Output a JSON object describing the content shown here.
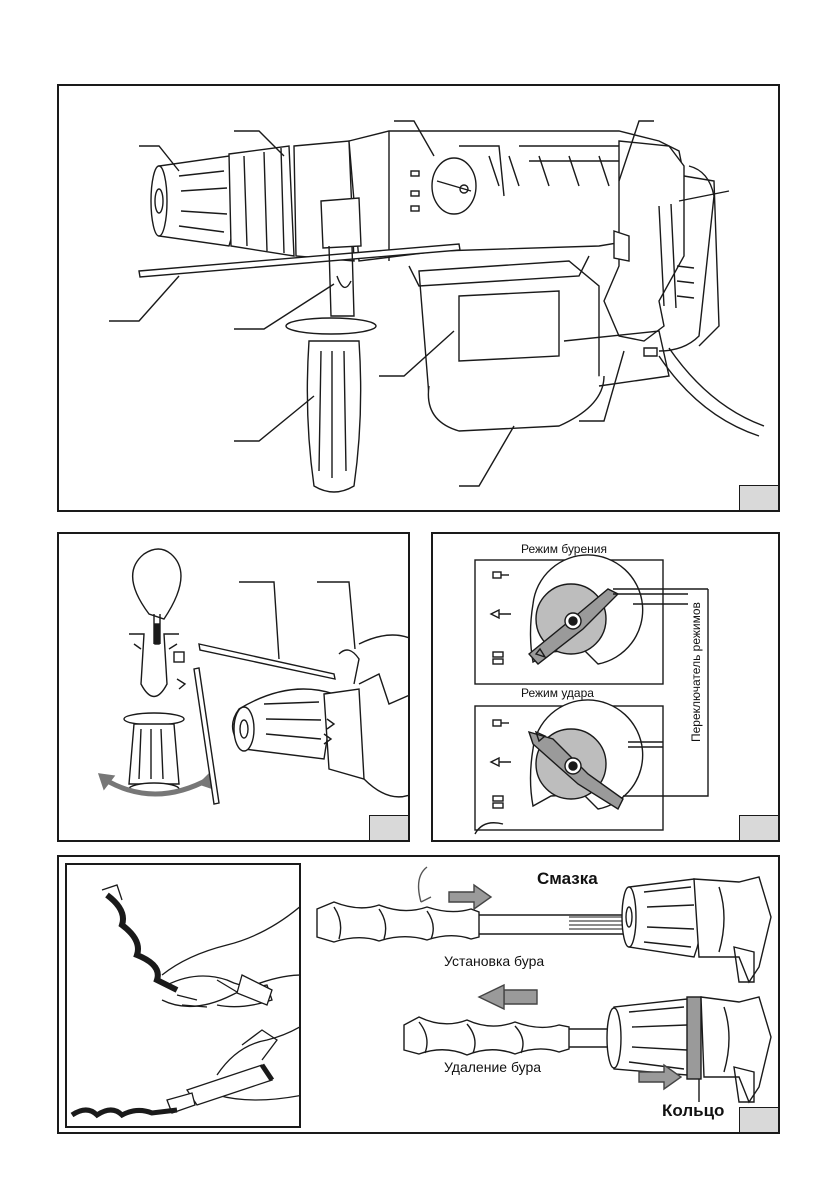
{
  "figures": {
    "fig1": {
      "tag": ""
    },
    "fig2": {
      "tag": ""
    },
    "fig3": {
      "tag": "",
      "drill_mode_title": "Режим бурения",
      "hammer_mode_title": "Режим удара",
      "selector_label": "Переключатель режимов"
    },
    "fig4": {
      "tag": "",
      "grease_label": "Смазка",
      "install_caption": "Установка бура",
      "remove_caption": "Удаление бура",
      "ring_label": "Кольцо"
    }
  },
  "colors": {
    "line": "#1a1a1a",
    "tag_fill": "#d9d9d9",
    "dial_fill": "#bdbdbd",
    "arrow_fill": "#9a9a9a"
  },
  "icons": [
    "rotary-hammer-drawing",
    "side-handle-drawing",
    "mode-dial-icon",
    "drill-bit-icon",
    "hand-grease-icon",
    "arrow-right-icon",
    "arrow-left-icon"
  ]
}
